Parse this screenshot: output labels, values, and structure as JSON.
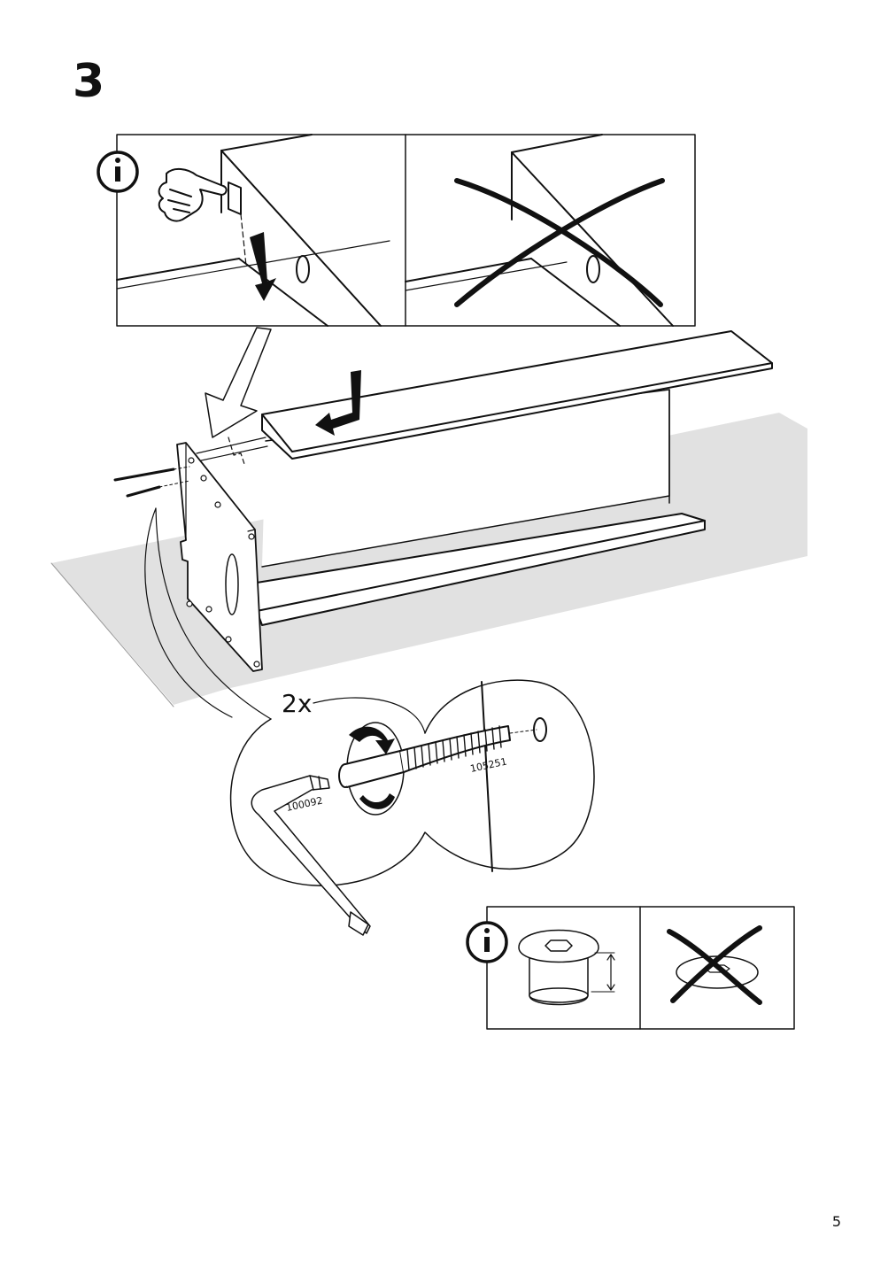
{
  "step": {
    "number": "3"
  },
  "detail": {
    "quantity": "2x",
    "part_allen_key": "100092",
    "part_screw": "105251"
  },
  "page": {
    "number": "5"
  },
  "icons": [
    "info-icon",
    "cross-icon",
    "hand-icon",
    "arrow-icon",
    "rotation-arrow-icon",
    "allen-key-icon",
    "screw-icon"
  ],
  "colors": {
    "ink": "#111111",
    "floor": "#e1e1e1"
  }
}
